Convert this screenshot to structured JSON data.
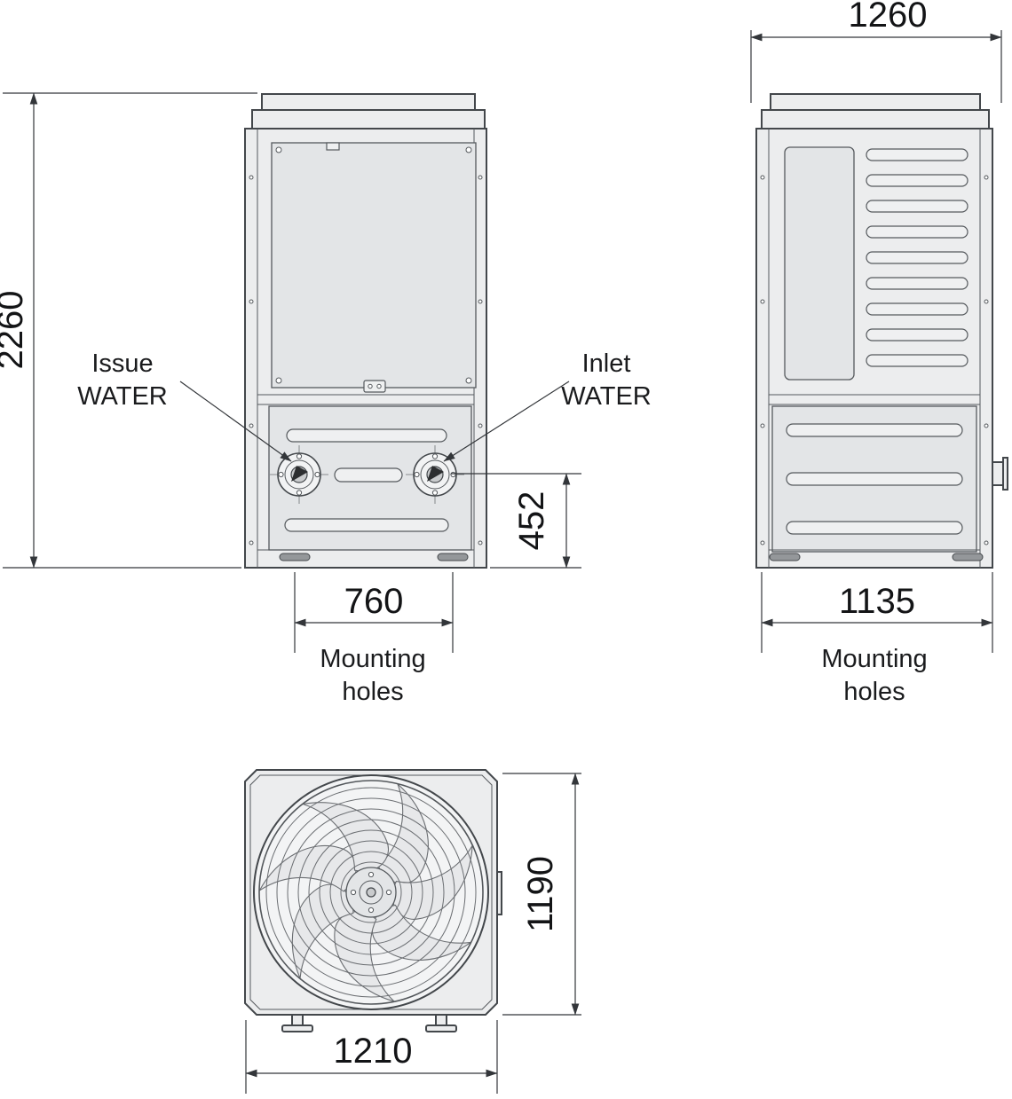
{
  "drawing": {
    "type": "heat-pump dimensional drawing, three orthographic views",
    "colors": {
      "line": "#43474b",
      "body_fill": "#ecedee",
      "panel_fill": "#e3e5e7",
      "dimension_line": "#33363a",
      "text": "#131416"
    },
    "front_view": {
      "overall_height": "2260",
      "port_height": "452",
      "mounting_width": "760",
      "mounting_holes_line1": "Mounting",
      "mounting_holes_line2": "holes",
      "issue_water_line1": "Issue",
      "issue_water_line2": "WATER",
      "inlet_water_line1": "Inlet",
      "inlet_water_line2": "WATER"
    },
    "side_view": {
      "overall_depth": "1260",
      "mounting_depth": "1135",
      "mounting_holes_line1": "Mounting",
      "mounting_holes_line2": "holes"
    },
    "top_view": {
      "depth": "1190",
      "width": "1210"
    }
  }
}
